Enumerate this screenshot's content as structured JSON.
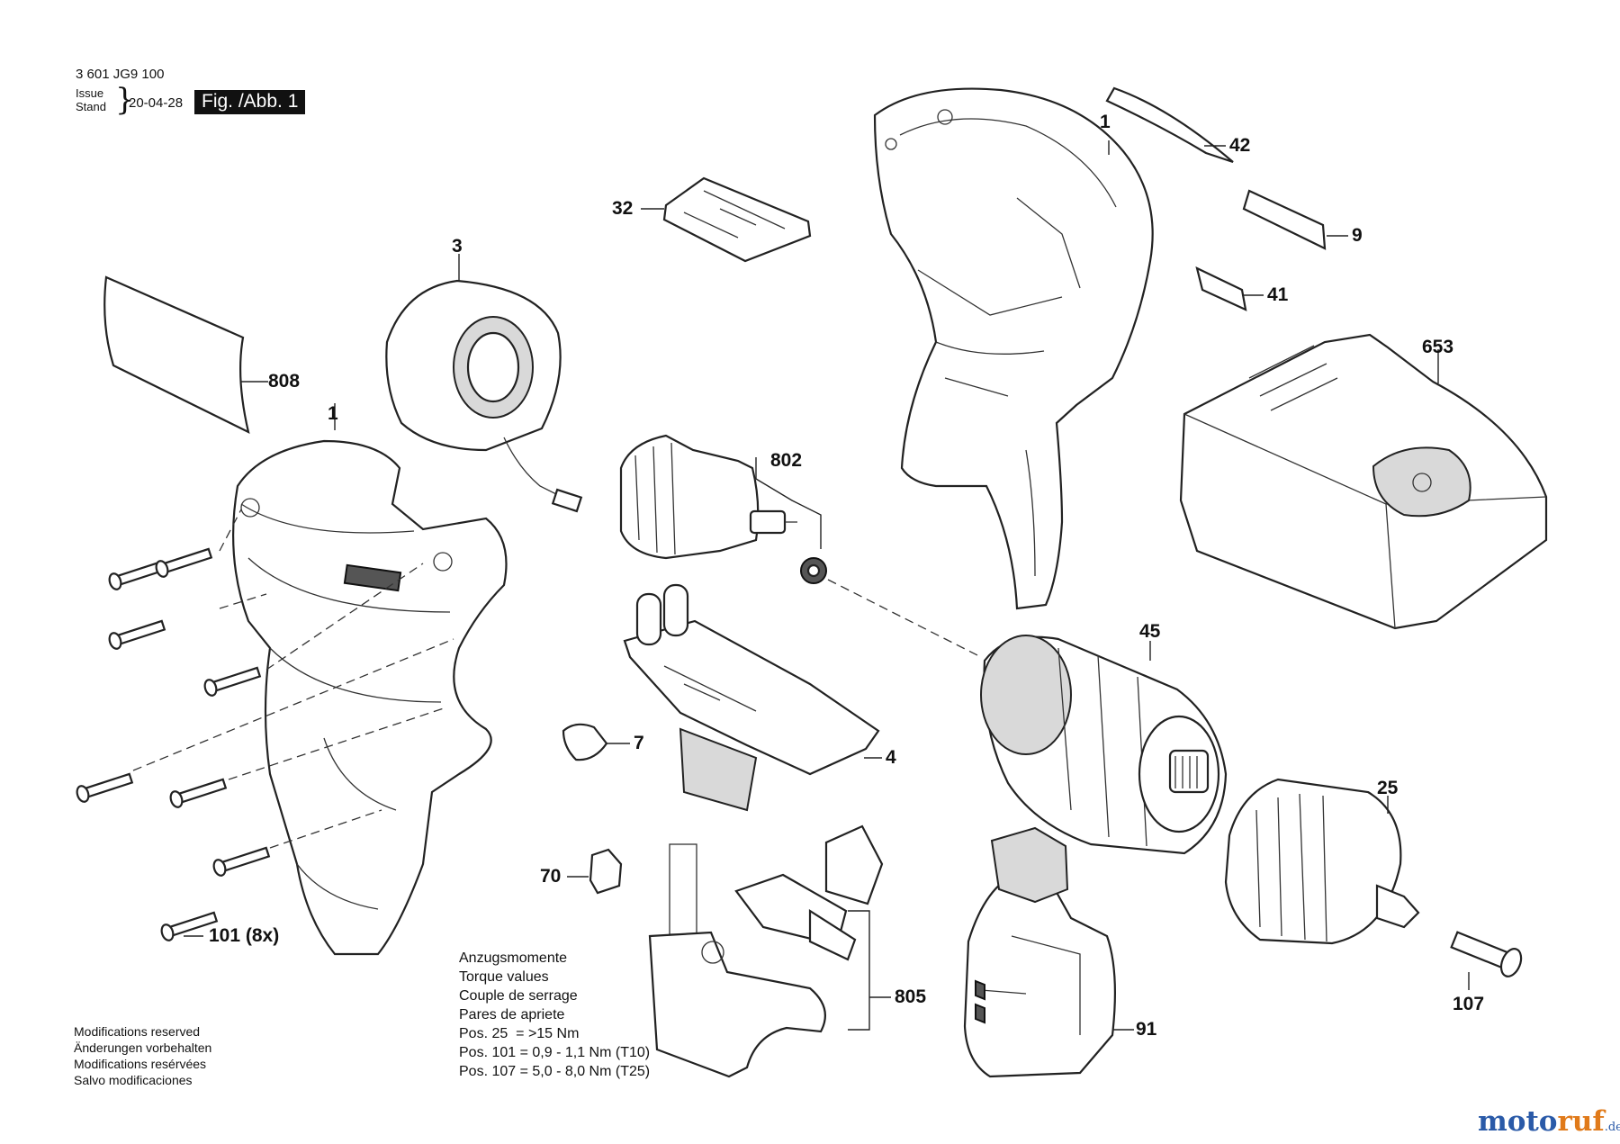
{
  "header": {
    "part_number": "3 601 JG9 100",
    "issue_label": "Issue",
    "stand_label": "Stand",
    "date": "20-04-28",
    "figure": "Fig. /Abb. 1"
  },
  "callouts": {
    "c1_top": "1",
    "c42": "42",
    "c9": "9",
    "c41": "41",
    "c32": "32",
    "c3": "3",
    "c808": "808",
    "c1_left": "1",
    "c802": "802",
    "c653": "653",
    "c45": "45",
    "c7": "7",
    "c4": "4",
    "c25": "25",
    "c70": "70",
    "c101": "101 (8x)",
    "c805": "805",
    "c91": "91",
    "c107": "107"
  },
  "torque": {
    "lines": [
      "Anzugsmomente",
      "Torque values",
      "Couple de serrage",
      "Pares de apriete",
      "Pos. 25  = >15 Nm",
      "Pos. 101 = 0,9 - 1,1 Nm (T10)",
      "Pos. 107 = 5,0 - 8,0 Nm (T25)"
    ]
  },
  "notes": {
    "lines": [
      "Modifications reserved",
      "Änderungen vorbehalten",
      "Modifications resérvées",
      "Salvo modificaciones"
    ]
  },
  "watermark": {
    "part1": "moto",
    "part2": "ruf",
    "part3": ".de"
  }
}
